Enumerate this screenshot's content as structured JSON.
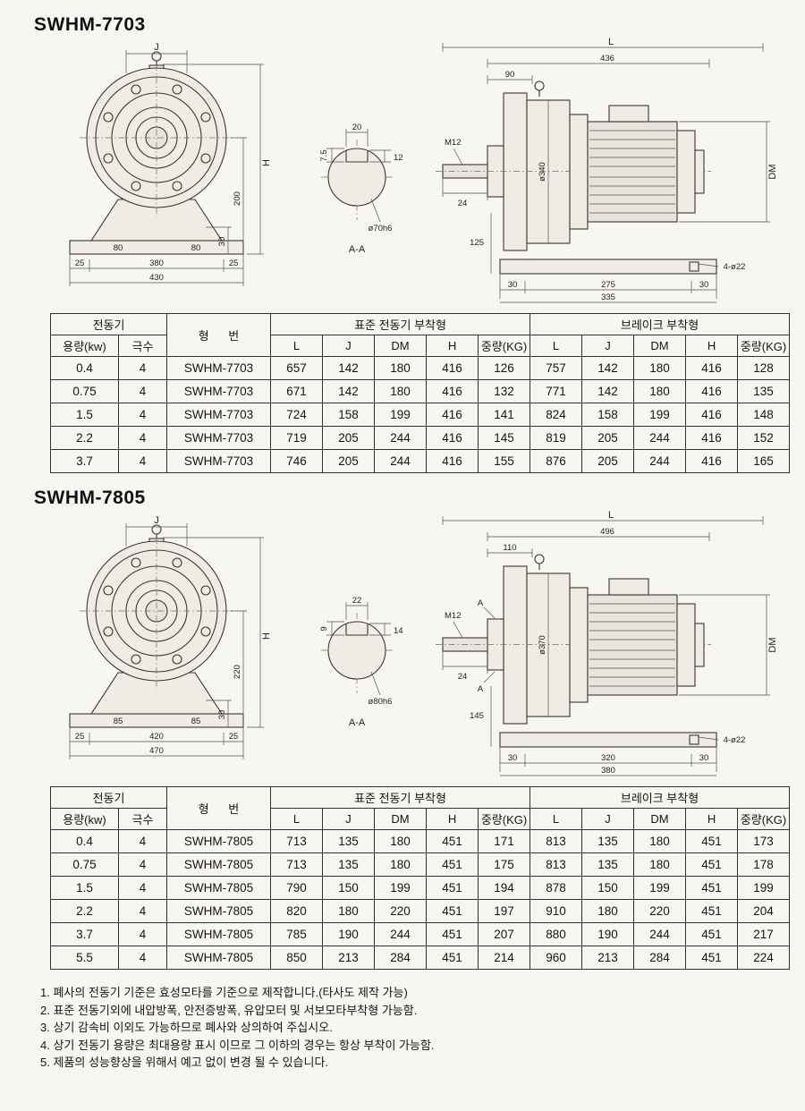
{
  "sections": {
    "s7703": {
      "title": "SWHM-7703"
    },
    "s7805": {
      "title": "SWHM-7805"
    }
  },
  "headers": {
    "motor": "전동기",
    "capacity": "용량(kw)",
    "poles": "극수",
    "model": "형 번",
    "std": "표준 전동기 부착형",
    "brake": "브레이크 부착형",
    "L": "L",
    "J": "J",
    "DM": "DM",
    "H": "H",
    "wt": "중량(KG)"
  },
  "tables": {
    "t7703": {
      "rows": [
        [
          "0.4",
          "4",
          "SWHM-7703",
          "657",
          "142",
          "180",
          "416",
          "126",
          "757",
          "142",
          "180",
          "416",
          "128"
        ],
        [
          "0.75",
          "4",
          "SWHM-7703",
          "671",
          "142",
          "180",
          "416",
          "132",
          "771",
          "142",
          "180",
          "416",
          "135"
        ],
        [
          "1.5",
          "4",
          "SWHM-7703",
          "724",
          "158",
          "199",
          "416",
          "141",
          "824",
          "158",
          "199",
          "416",
          "148"
        ],
        [
          "2.2",
          "4",
          "SWHM-7703",
          "719",
          "205",
          "244",
          "416",
          "145",
          "819",
          "205",
          "244",
          "416",
          "152"
        ],
        [
          "3.7",
          "4",
          "SWHM-7703",
          "746",
          "205",
          "244",
          "416",
          "155",
          "876",
          "205",
          "244",
          "416",
          "165"
        ]
      ]
    },
    "t7805": {
      "rows": [
        [
          "0.4",
          "4",
          "SWHM-7805",
          "713",
          "135",
          "180",
          "451",
          "171",
          "813",
          "135",
          "180",
          "451",
          "173"
        ],
        [
          "0.75",
          "4",
          "SWHM-7805",
          "713",
          "135",
          "180",
          "451",
          "175",
          "813",
          "135",
          "180",
          "451",
          "178"
        ],
        [
          "1.5",
          "4",
          "SWHM-7805",
          "790",
          "150",
          "199",
          "451",
          "194",
          "878",
          "150",
          "199",
          "451",
          "199"
        ],
        [
          "2.2",
          "4",
          "SWHM-7805",
          "820",
          "180",
          "220",
          "451",
          "197",
          "910",
          "180",
          "220",
          "451",
          "204"
        ],
        [
          "3.7",
          "4",
          "SWHM-7805",
          "785",
          "190",
          "244",
          "451",
          "207",
          "880",
          "190",
          "244",
          "451",
          "217"
        ],
        [
          "5.5",
          "4",
          "SWHM-7805",
          "850",
          "213",
          "284",
          "451",
          "214",
          "960",
          "213",
          "284",
          "451",
          "224"
        ]
      ]
    }
  },
  "d7703": {
    "front": {
      "J": "J",
      "H": "H",
      "center_h": "200",
      "base_off": "30",
      "foot_l": "80",
      "foot_r": "80",
      "edge_l": "25",
      "span": "380",
      "edge_r": "25",
      "total": "430"
    },
    "shaft": {
      "key_w": "20",
      "key_d": "12",
      "key_off": "7.5",
      "dia": "ø70h6",
      "section": "A-A"
    },
    "side": {
      "L": "L",
      "body_len": "436",
      "front_len": "90",
      "tap": "M12",
      "shaft_dim": "24",
      "dia": "ø340",
      "DM": "DM",
      "base_h": "125",
      "edge_l": "30",
      "span": "275",
      "edge_r": "30",
      "total": "335",
      "holes": "4-ø22"
    }
  },
  "d7805": {
    "front": {
      "J": "J",
      "H": "H",
      "center_h": "220",
      "base_off": "30",
      "foot_l": "85",
      "foot_r": "85",
      "edge_l": "25",
      "span": "420",
      "edge_r": "25",
      "total": "470"
    },
    "shaft": {
      "key_w": "22",
      "key_d": "14",
      "key_off": "9",
      "dia": "ø80h6",
      "section": "A-A"
    },
    "side": {
      "L": "L",
      "body_len": "496",
      "front_len": "110",
      "tap": "M12",
      "shaft_dim": "24",
      "dia": "ø370",
      "DM": "DM",
      "base_h": "145",
      "edge_l": "30",
      "span": "320",
      "edge_r": "30",
      "total": "380",
      "holes": "4-ø22",
      "secA_top": "A",
      "secA_bot": "A"
    }
  },
  "notes": [
    "1. 폐사의 전동기 기준은 효성모타를 기준으로 제작합니다.(타사도 제작 가능)",
    "2. 표준 전동기외에 내압방폭, 안전증방폭, 유압모터 및 서보모타부착형 가능함.",
    "3. 상기 감속비 이외도 가능하므로 폐사와 상의하여 주십시오.",
    "4. 상기 전동기 용량은 최대용량 표시 이므로 그 이하의 경우는 항상 부착이 가능함.",
    "5. 제품의 성능향상을 위해서 예고 없이 변경 될 수 있습니다."
  ]
}
